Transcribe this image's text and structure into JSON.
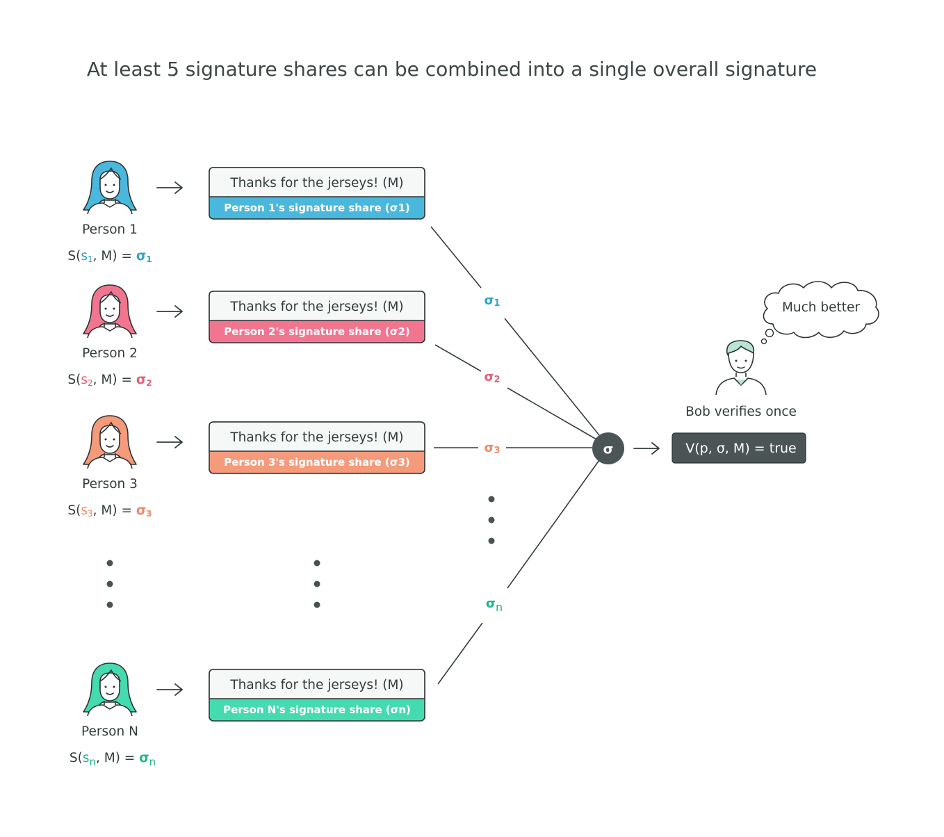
{
  "title": "At least 5 signature shares can be combined into a single overall signature",
  "colors": {
    "person1": "#4ab8dc",
    "person2": "#f2758f",
    "person3": "#f59a7a",
    "personN": "#45dbb0",
    "sig1": "#2fa5c4",
    "sig2": "#e35f7b",
    "sig3": "#ee8a68",
    "sigN": "#22b38b",
    "dark": "#4b5555",
    "bob_hair": "#b8e4d6"
  },
  "people": [
    {
      "name": "Person 1",
      "formula": {
        "prefix": "S(",
        "s": "s",
        "sub": "1",
        "mid": ", M) = ",
        "sigma": "σ",
        "sigma_sub": "1"
      },
      "message": "Thanks for the jerseys! (M)",
      "share_label": "Person 1's signature share (σ1)"
    },
    {
      "name": "Person 2",
      "formula": {
        "prefix": "S(",
        "s": "s",
        "sub": "2",
        "mid": ", M) = ",
        "sigma": "σ",
        "sigma_sub": "2"
      },
      "message": "Thanks for the jerseys! (M)",
      "share_label": "Person 2's signature share (σ2)"
    },
    {
      "name": "Person 3",
      "formula": {
        "prefix": "S(",
        "s": "s",
        "sub": "3",
        "mid": ", M) = ",
        "sigma": "σ",
        "sigma_sub": "3"
      },
      "message": "Thanks for the jerseys! (M)",
      "share_label": "Person 3's signature share (σ3)"
    },
    {
      "name": "Person N",
      "formula": {
        "prefix": "S(",
        "s": "s",
        "sub": "n",
        "mid": ", M) = ",
        "sigma": "σ",
        "sigma_sub": "n"
      },
      "message": "Thanks for the jerseys! (M)",
      "share_label": "Person N's signature share (σn)"
    }
  ],
  "signature_labels": [
    {
      "sigma": "σ",
      "sub": "1"
    },
    {
      "sigma": "σ",
      "sub": "2"
    },
    {
      "sigma": "σ",
      "sub": "3"
    },
    {
      "sigma": "σ",
      "sub": "n"
    }
  ],
  "combined": {
    "symbol": "σ"
  },
  "bob": {
    "label": "Bob verifies once",
    "thought": "Much better",
    "verification": "V(p, σ, M) = true"
  }
}
